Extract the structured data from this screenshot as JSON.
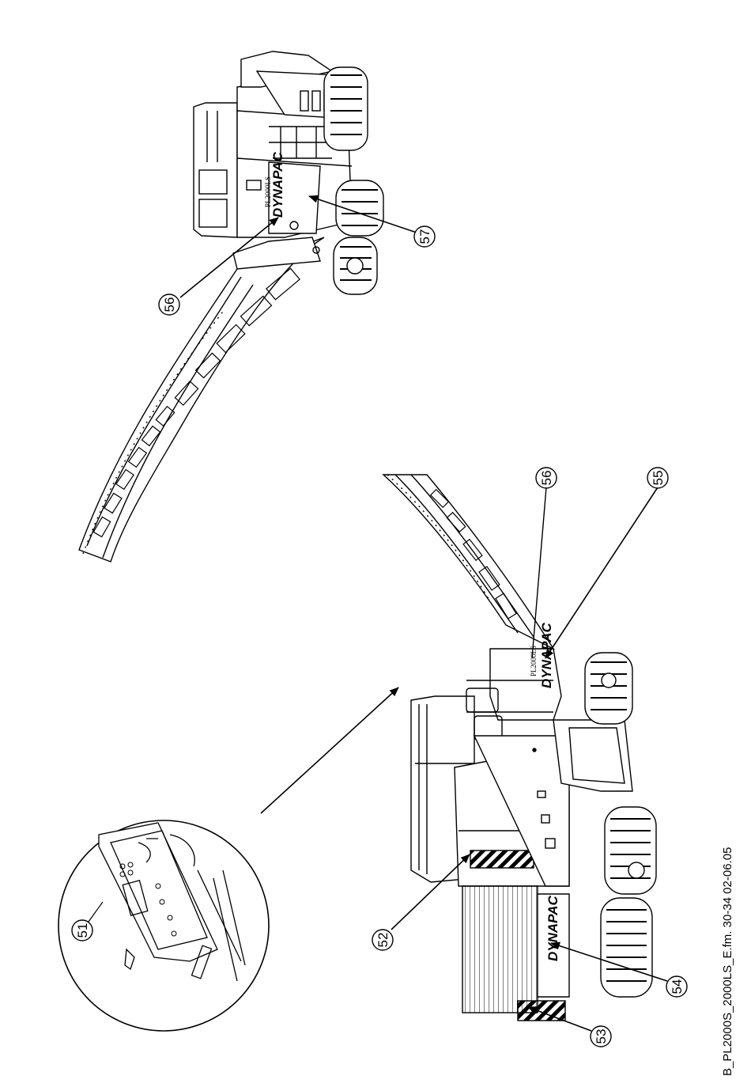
{
  "callouts": {
    "top_56": "56",
    "top_57": "57",
    "bottom_56": "56",
    "bottom_55": "55",
    "detail_51": "51",
    "bottom_52": "52",
    "bottom_54": "54",
    "bottom_53": "53"
  },
  "labels": {
    "brand_top": "DYNAPAC",
    "model_top": "PL2000LS",
    "brand_bottom_a": "DYNAPAC",
    "model_bottom": "PL2000LS",
    "brand_bottom_b": "DYNAPAC"
  },
  "footer": "B_PL2000S_2000LS_E.fm. 30-34 02-06.05"
}
